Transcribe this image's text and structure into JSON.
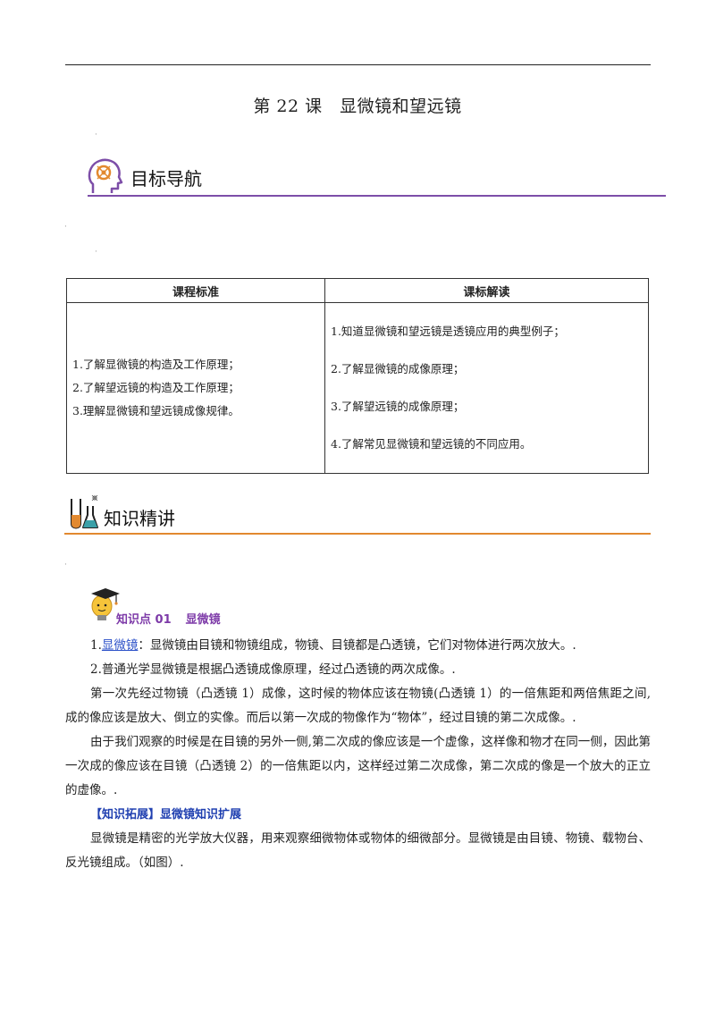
{
  "lesson_title": "第 22 课　显微镜和望远镜",
  "sections": {
    "goals_label": "目标导航",
    "knowledge_label": "知识精讲"
  },
  "standards_table": {
    "headers": [
      "课程标准",
      "课标解读"
    ],
    "left_items": [
      "1.了解显微镜的构造及工作原理；",
      "2.了解望远镜的构造及工作原理；",
      "3.理解显微镜和望远镜成像规律。"
    ],
    "right_items": [
      "1.知道显微镜和望远镜是透镜应用的典型例子；",
      "2.了解显微镜的成像原理；",
      "3.了解望远镜的成像原理；",
      "4.了解常见显微镜和望远镜的不同应用。"
    ]
  },
  "knowledge_point": {
    "number": "知识点 01",
    "name": "显微镜"
  },
  "paragraphs": {
    "p1_prefix": "1.",
    "p1_link": "显微镜",
    "p1_rest": "：显微镜由目镜和物镜组成，物镜、目镜都是凸透镜，它们对物体进行两次放大。.",
    "p2": "2.普通光学显微镜是根据凸透镜成像原理，经过凸透镜的两次成像。.",
    "p3": "第一次先经过物镜（凸透镜 1）成像，这时候的物体应该在物镜(凸透镜 1）的一倍焦距和两倍焦距之间,成的像应该是放大、倒立的实像。而后以第一次成的物像作为“物体”，经过目镜的第二次成像。.",
    "p4": "由于我们观察的时候是在目镜的另外一侧,第二次成的像应该是一个虚像，这样像和物才在同一侧，因此第一次成的像应该在目镜（凸透镜 2）的一倍焦距以内，这样经过第二次成像，第二次成的像是一个放大的正立的虚像。.",
    "ext_title": "【知识拓展】显微镜知识扩展",
    "p5": "显微镜是精密的光学放大仪器，用来观察细微物体或物体的细微部分。显微镜是由目镜、物镜、载物台、反光镜组成。（如图）."
  },
  "colors": {
    "purple_rule": "#7d4ea8",
    "orange_rule": "#e2892f",
    "link_blue": "#2b50c8"
  }
}
